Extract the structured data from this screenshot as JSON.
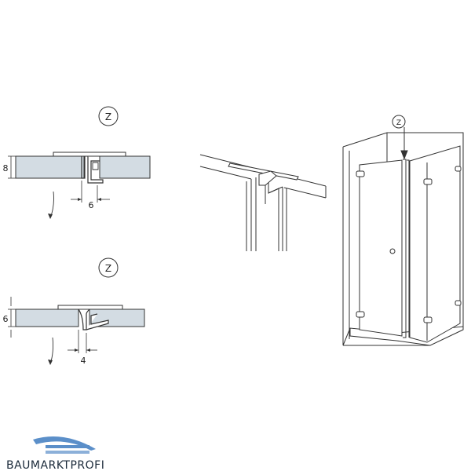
{
  "detail_top": {
    "zone_label": "Z",
    "glass_thickness": "8",
    "gap_width": "6"
  },
  "detail_bottom": {
    "zone_label": "Z",
    "glass_thickness": "6",
    "gap_width": "4"
  },
  "enclosure": {
    "zone_label": "Z"
  },
  "logo": {
    "text": "BAUMARKTPROFI",
    "color": "#1b2a3a",
    "accent": "#5b8fc9"
  },
  "colors": {
    "glass_fill": "#d3dce3",
    "line": "#333333",
    "profile_fill": "#ffffff"
  }
}
